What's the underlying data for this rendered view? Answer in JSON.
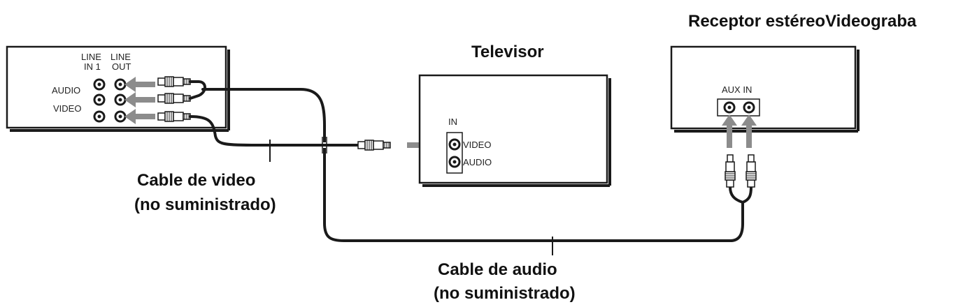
{
  "vcr": {
    "col_header_left": "LINE",
    "col_header_right": "LINE",
    "col_sub_left": "IN 1",
    "col_sub_right": "OUT",
    "row_audio": "AUDIO",
    "row_video": "VIDEO"
  },
  "tv": {
    "title": "Televisor",
    "in_label": "IN",
    "video_label": "VIDEO",
    "audio_label": "AUDIO"
  },
  "receiver": {
    "title": "Receptor estéreoVideograba",
    "aux_label": "AUX IN"
  },
  "captions": {
    "video_cable_1": "Cable de video",
    "video_cable_2": "(no suministrado)",
    "audio_cable_1": "Cable de audio",
    "audio_cable_2": "(no suministrado)"
  },
  "colors": {
    "line": "#1a1a1a",
    "arrow": "#8c8c8c"
  }
}
